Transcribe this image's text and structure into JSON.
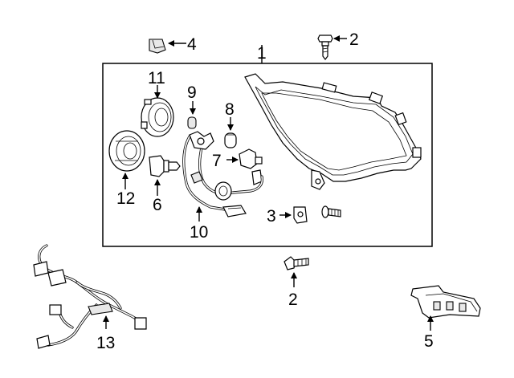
{
  "callouts": {
    "c1": "1",
    "c2_top": "2",
    "c2_bottom": "2",
    "c3": "3",
    "c4": "4",
    "c5": "5",
    "c6": "6",
    "c7": "7",
    "c8": "8",
    "c9": "9",
    "c10": "10",
    "c11": "11",
    "c12": "12",
    "c13": "13"
  }
}
